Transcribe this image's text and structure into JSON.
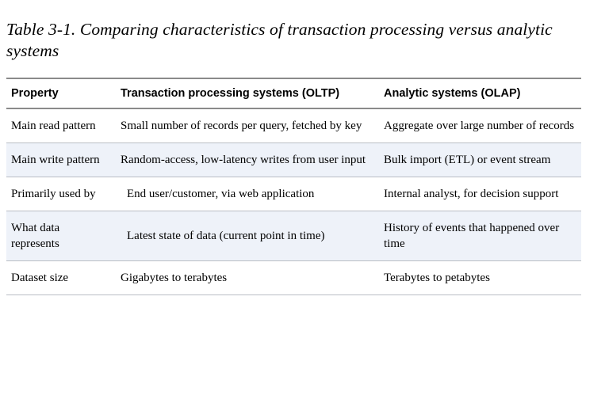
{
  "caption": "Table 3-1. Comparing characteristics of transaction processing versus analytic systems",
  "colors": {
    "stripe_background": "#eef2f9",
    "header_rule": "#8a8a8a",
    "row_rule": "#b9bdc4",
    "text": "#000000"
  },
  "table": {
    "columns": [
      {
        "key": "property",
        "label": "Property"
      },
      {
        "key": "oltp",
        "label": "Transaction processing systems (OLTP)"
      },
      {
        "key": "olap",
        "label": "Analytic systems (OLAP)"
      }
    ],
    "rows": [
      {
        "property": "Main read pattern",
        "oltp": "Small number of records per query, fetched by key",
        "olap": "Aggregate over large number of records",
        "striped": false
      },
      {
        "property": "Main write pattern",
        "oltp": "Random-access, low-latency writes from user input",
        "olap": "Bulk import (ETL) or event stream",
        "striped": true
      },
      {
        "property": "Primarily used by",
        "oltp": "End user/customer, via web application",
        "olap": "Internal analyst, for decision support",
        "striped": false
      },
      {
        "property": "What data represents",
        "oltp": "Latest state of data (current point in time)",
        "olap": "History of events that happened over time",
        "striped": true
      },
      {
        "property": "Dataset size",
        "oltp": "Gigabytes to terabytes",
        "olap": "Terabytes to petabytes",
        "striped": false
      }
    ]
  }
}
